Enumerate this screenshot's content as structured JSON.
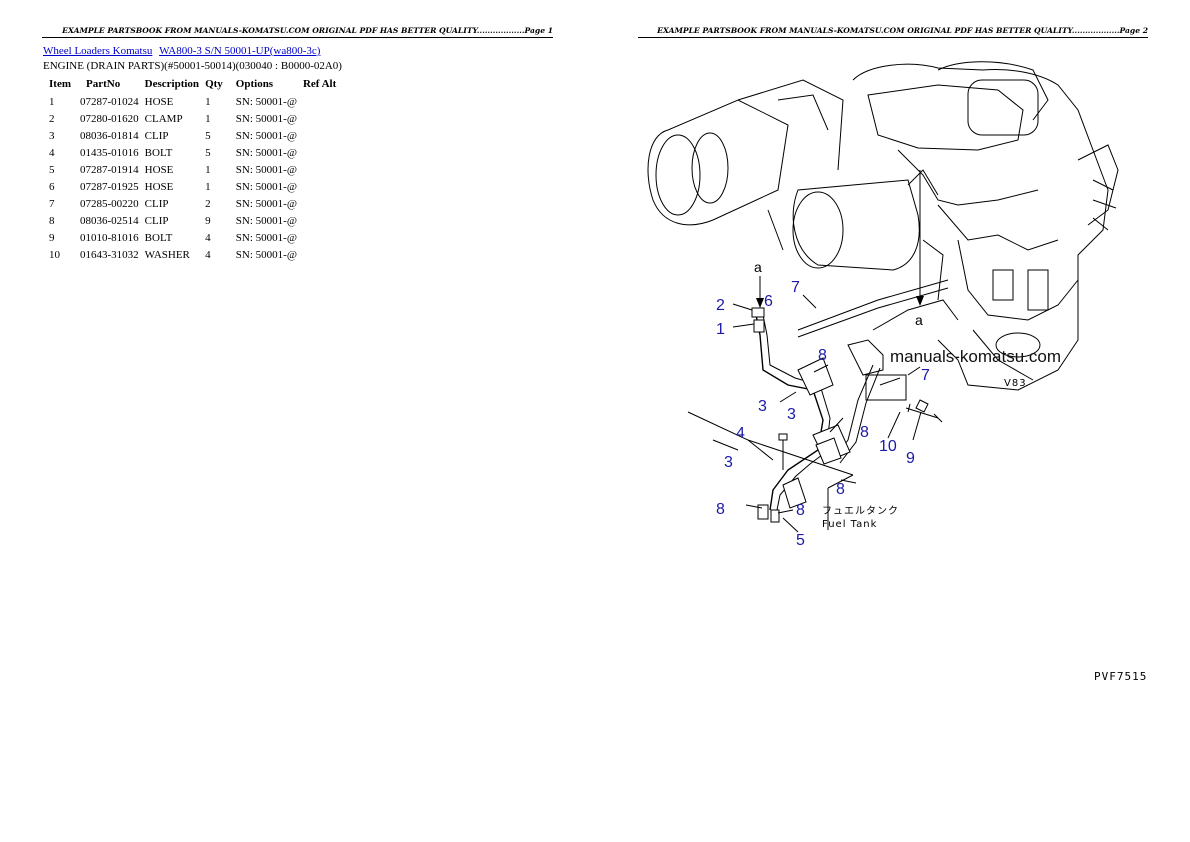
{
  "header": {
    "page1": "EXAMPLE PARTSBOOK FROM MANUALS-KOMATSU.COM ORIGINAL PDF HAS BETTER QUALITY..................Page 1",
    "page2": "EXAMPLE PARTSBOOK FROM MANUALS-KOMATSU.COM ORIGINAL PDF HAS BETTER QUALITY..................Page 2"
  },
  "breadcrumb": {
    "link1": "Wheel Loaders Komatsu",
    "link2": "WA800-3 S/N 50001-UP(wa800-3c)"
  },
  "section_title": "ENGINE (DRAIN PARTS)(#50001-50014)(030040 : B0000-02A0)",
  "table": {
    "headers": {
      "item": "Item",
      "partno": "PartNo",
      "description": "Description",
      "qty": "Qty",
      "options": "Options",
      "refalt": "Ref Alt"
    },
    "rows": [
      {
        "item": "1",
        "partno": "07287-01024",
        "description": "HOSE",
        "qty": "1",
        "options": "SN: 50001-@"
      },
      {
        "item": "2",
        "partno": "07280-01620",
        "description": "CLAMP",
        "qty": "1",
        "options": "SN: 50001-@"
      },
      {
        "item": "3",
        "partno": "08036-01814",
        "description": "CLIP",
        "qty": "5",
        "options": "SN: 50001-@"
      },
      {
        "item": "4",
        "partno": "01435-01016",
        "description": "BOLT",
        "qty": "5",
        "options": "SN: 50001-@"
      },
      {
        "item": "5",
        "partno": "07287-01914",
        "description": "HOSE",
        "qty": "1",
        "options": "SN: 50001-@"
      },
      {
        "item": "6",
        "partno": "07287-01925",
        "description": "HOSE",
        "qty": "1",
        "options": "SN: 50001-@"
      },
      {
        "item": "7",
        "partno": "07285-00220",
        "description": "CLIP",
        "qty": "2",
        "options": "SN: 50001-@"
      },
      {
        "item": "8",
        "partno": "08036-02514",
        "description": "CLIP",
        "qty": "9",
        "options": "SN: 50001-@"
      },
      {
        "item": "9",
        "partno": "01010-81016",
        "description": "BOLT",
        "qty": "4",
        "options": "SN: 50001-@"
      },
      {
        "item": "10",
        "partno": "01643-31032",
        "description": "WASHER",
        "qty": "4",
        "options": "SN: 50001-@"
      }
    ]
  },
  "diagram": {
    "watermark": "manuals-komatsu.com",
    "fuel_tank_jp": "フュエルタンク",
    "fuel_tank_en": "Fuel Tank",
    "ref_a_top": "a",
    "ref_a_mid": "a",
    "callouts": {
      "c1": "1",
      "c2": "2",
      "c3a": "3",
      "c3b": "3",
      "c3c": "3",
      "c4": "4",
      "c5": "5",
      "c6": "6",
      "c7a": "7",
      "c7b": "7",
      "c8a": "8",
      "c8b": "8",
      "c8c": "8",
      "c8d": "8",
      "c8e": "8",
      "c9": "9",
      "c10": "10"
    },
    "figure_code": "PVF7515"
  }
}
